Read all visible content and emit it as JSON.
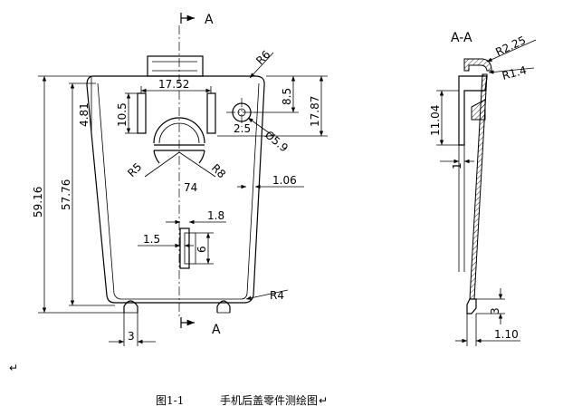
{
  "figure": {
    "section_label_top": "A",
    "section_label_bottom": "A",
    "section_view_title": "A-A",
    "caption_number": "图1-1",
    "caption_text": "手机后盖零件测绘图",
    "paragraph_mark": "↵",
    "front_view": {
      "dim_width_top": "17.52",
      "dim_total_height": "59.16",
      "dim_inner_height": "57.76",
      "dim_top_offset": "4.81",
      "dim_slot_height": "10.5",
      "dim_hole_offset": "8.5",
      "dim_right_height": "17.87",
      "dim_corner_radius": "R6",
      "dim_hole_diameter": "Ø5.9",
      "dim_hole_small": "2.5",
      "dim_arc_left": "R5",
      "dim_arc_right": "R8",
      "dim_rim": "1.06",
      "dim_slot_width": "1.8",
      "dim_slot_left": "1.5",
      "dim_slot_len": "6",
      "dim_bottom_radius": "R4",
      "dim_bottom_tab": "3",
      "dim_center_mark": "74"
    },
    "section_view": {
      "dim_top_radius": "R2.25",
      "dim_inner_radius": "R1.4",
      "dim_height": "11.04",
      "dim_wall": "1",
      "dim_tab_height": "3",
      "dim_tab_width": "1.10"
    }
  }
}
